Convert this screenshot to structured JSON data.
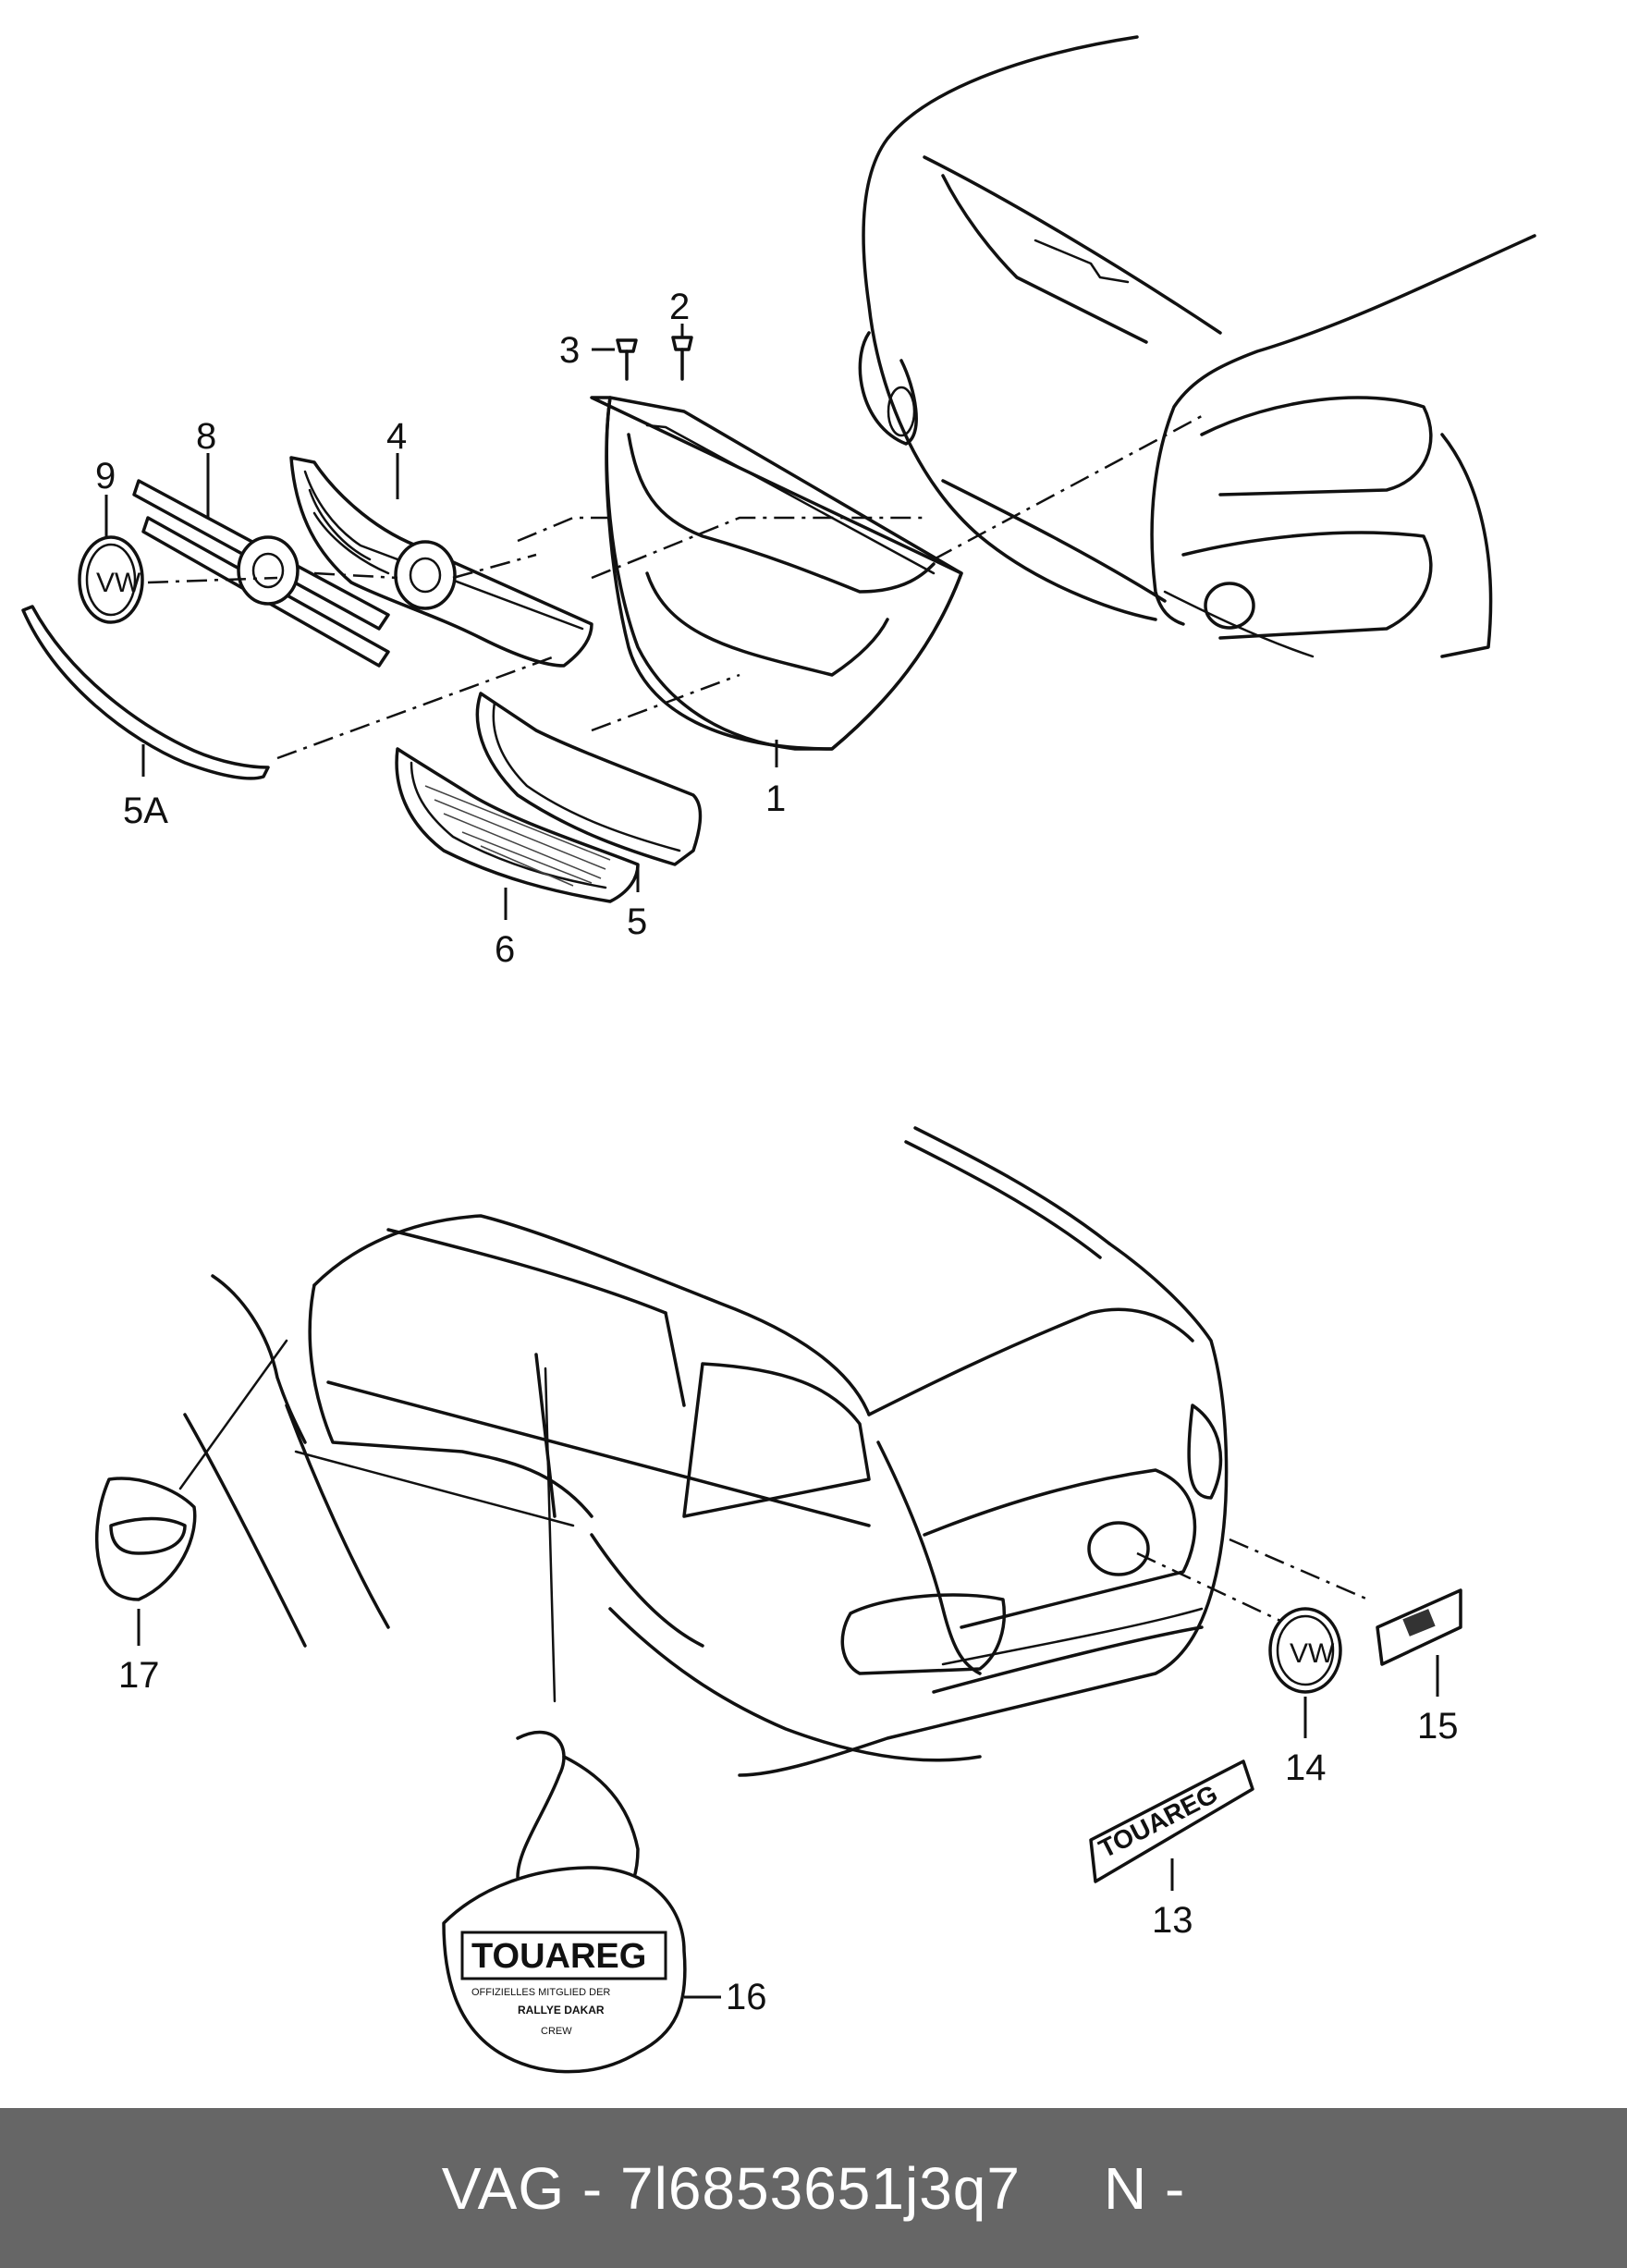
{
  "callouts": {
    "c1": "1",
    "c2": "2",
    "c3": "3",
    "c4": "4",
    "c5": "5",
    "c5a": "5A",
    "c6": "6",
    "c8": "8",
    "c9": "9",
    "c13": "13",
    "c14": "14",
    "c15": "15",
    "c16": "16",
    "c17": "17"
  },
  "badge": {
    "emblem_text": "VW",
    "script_text": "TOUAREG",
    "sticker_title": "TOUAREG",
    "sticker_line1": "OFFIZIELLES MITGLIED DER",
    "sticker_line2": "RALLYE DAKAR",
    "sticker_line3": "CREW"
  },
  "footer": {
    "brand": "VAG - 7l6853651j3q7",
    "suffix": "N -"
  }
}
